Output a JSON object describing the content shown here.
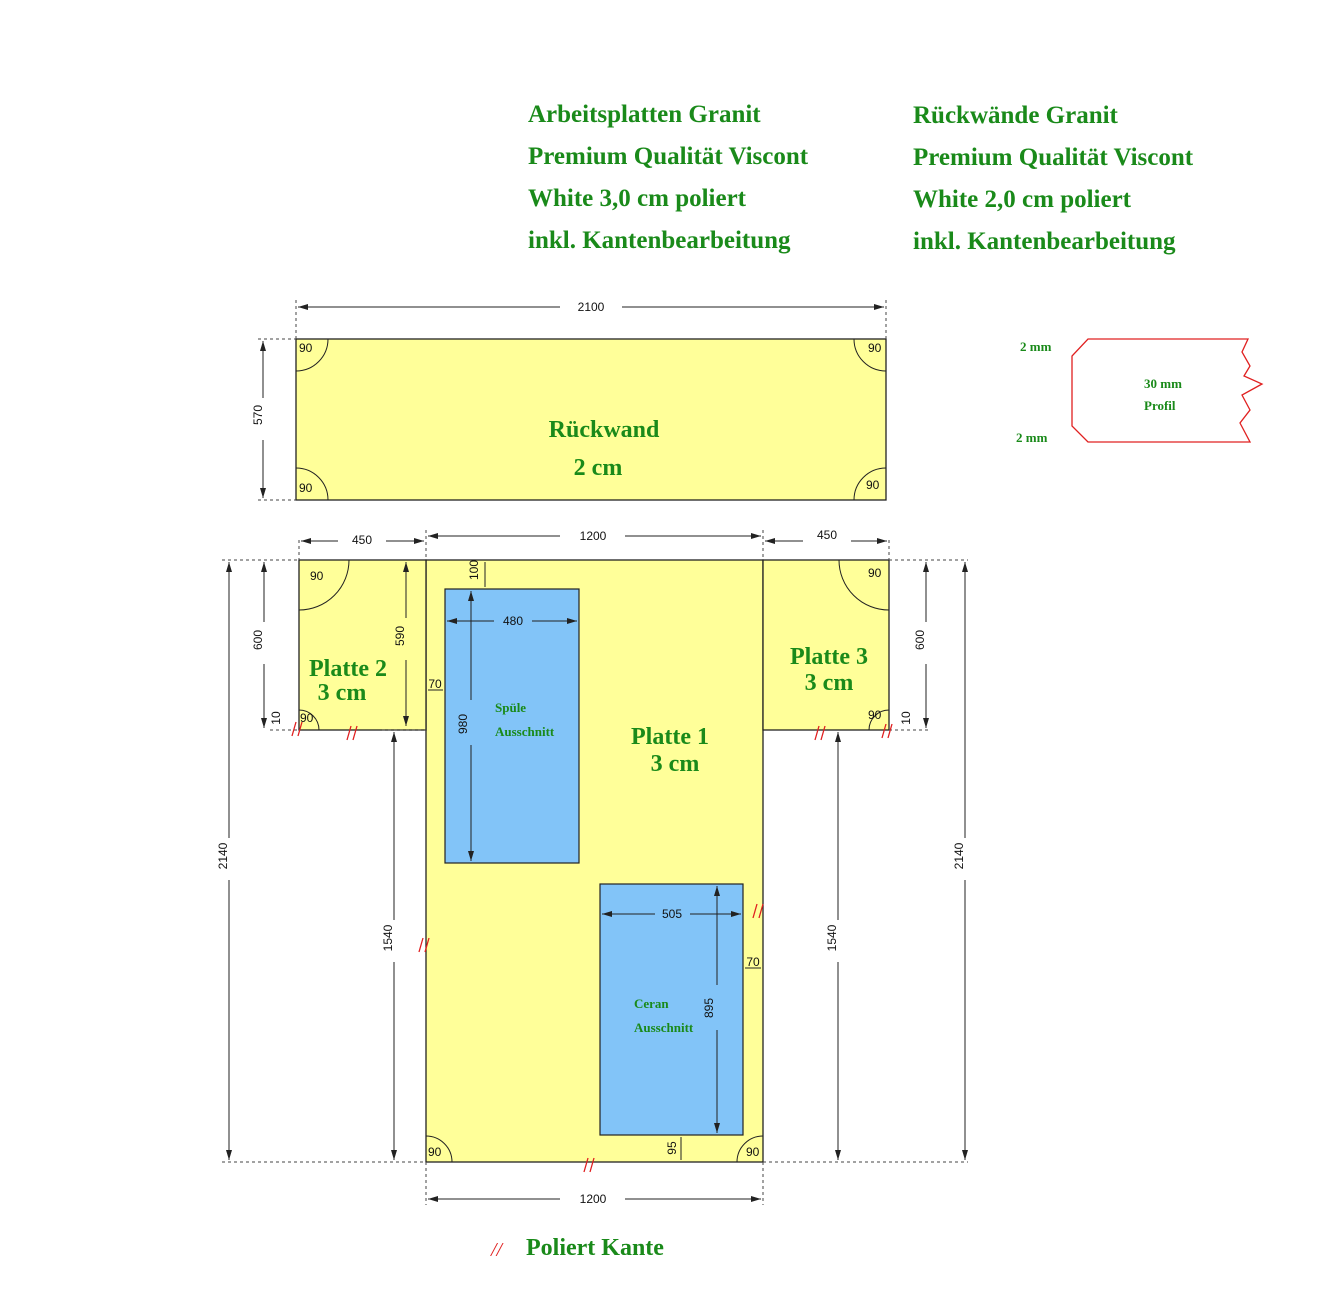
{
  "header": {
    "left": [
      "Arbeitsplatten Granit",
      "Premium Qualität Viscont",
      "White 3,0 cm poliert",
      "inkl. Kantenbearbeitung"
    ],
    "right": [
      "Rückwände Granit",
      "Premium Qualität Viscont",
      "White 2,0 cm poliert",
      "inkl. Kantenbearbeitung"
    ]
  },
  "profile": {
    "top_label": "2 mm",
    "bottom_label": "2 mm",
    "inner_line1": "30 mm",
    "inner_line2": "Profil"
  },
  "rueckwand": {
    "title": "Rückwand",
    "thickness": "2 cm",
    "width_dim": "2100",
    "height_dim": "570",
    "corner": "90"
  },
  "platte1": {
    "title": "Platte 1",
    "thickness": "3 cm",
    "top_dim": "1200",
    "bottom_dim": "1200",
    "corner": "90"
  },
  "platte2": {
    "title": "Platte 2",
    "thickness": "3 cm",
    "width_dim": "450",
    "height_dim": "600",
    "inner_dim": "590",
    "small_dim": "10",
    "corner": "90"
  },
  "platte3": {
    "title": "Platte 3",
    "thickness": "3 cm",
    "width_dim": "450",
    "height_dim": "600",
    "small_dim": "10",
    "corner": "90"
  },
  "overall": {
    "left_total": "2140",
    "right_total": "2140",
    "left_lower": "1540",
    "right_lower": "1540"
  },
  "spuele": {
    "label1": "Spüle",
    "label2": "Ausschnitt",
    "width_dim": "480",
    "height_dim": "980",
    "top_offset": "100",
    "left_offset": "70"
  },
  "ceran": {
    "label1": "Ceran",
    "label2": "Ausschnitt",
    "width_dim": "505",
    "height_dim": "895",
    "right_offset": "70",
    "bottom_offset": "95"
  },
  "legend": {
    "symbol": "//",
    "label": "Poliert Kante"
  },
  "colors": {
    "plate": "#ffff99",
    "cutout": "#82c4f8",
    "text_green": "#1a8a1a",
    "polish_red": "#e02020"
  }
}
